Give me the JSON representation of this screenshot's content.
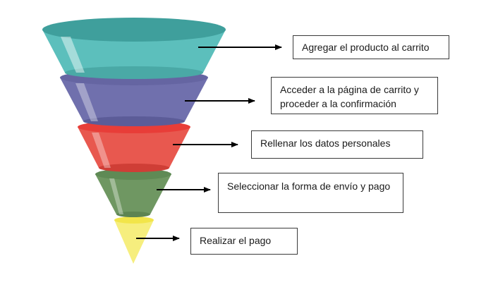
{
  "steps": [
    {
      "label": "Agregar el producto al carrito",
      "color": "#5cc0bd"
    },
    {
      "label": "Acceder a la página de carrito y proceder a la confirmación",
      "color": "#6f6fad"
    },
    {
      "label": "Rellenar los datos personales",
      "color": "#e8524c"
    },
    {
      "label": "Seleccionar la forma de envío y pago",
      "color": "#6e9463"
    },
    {
      "label": "Realizar el pago",
      "color": "#f5ec62"
    }
  ]
}
